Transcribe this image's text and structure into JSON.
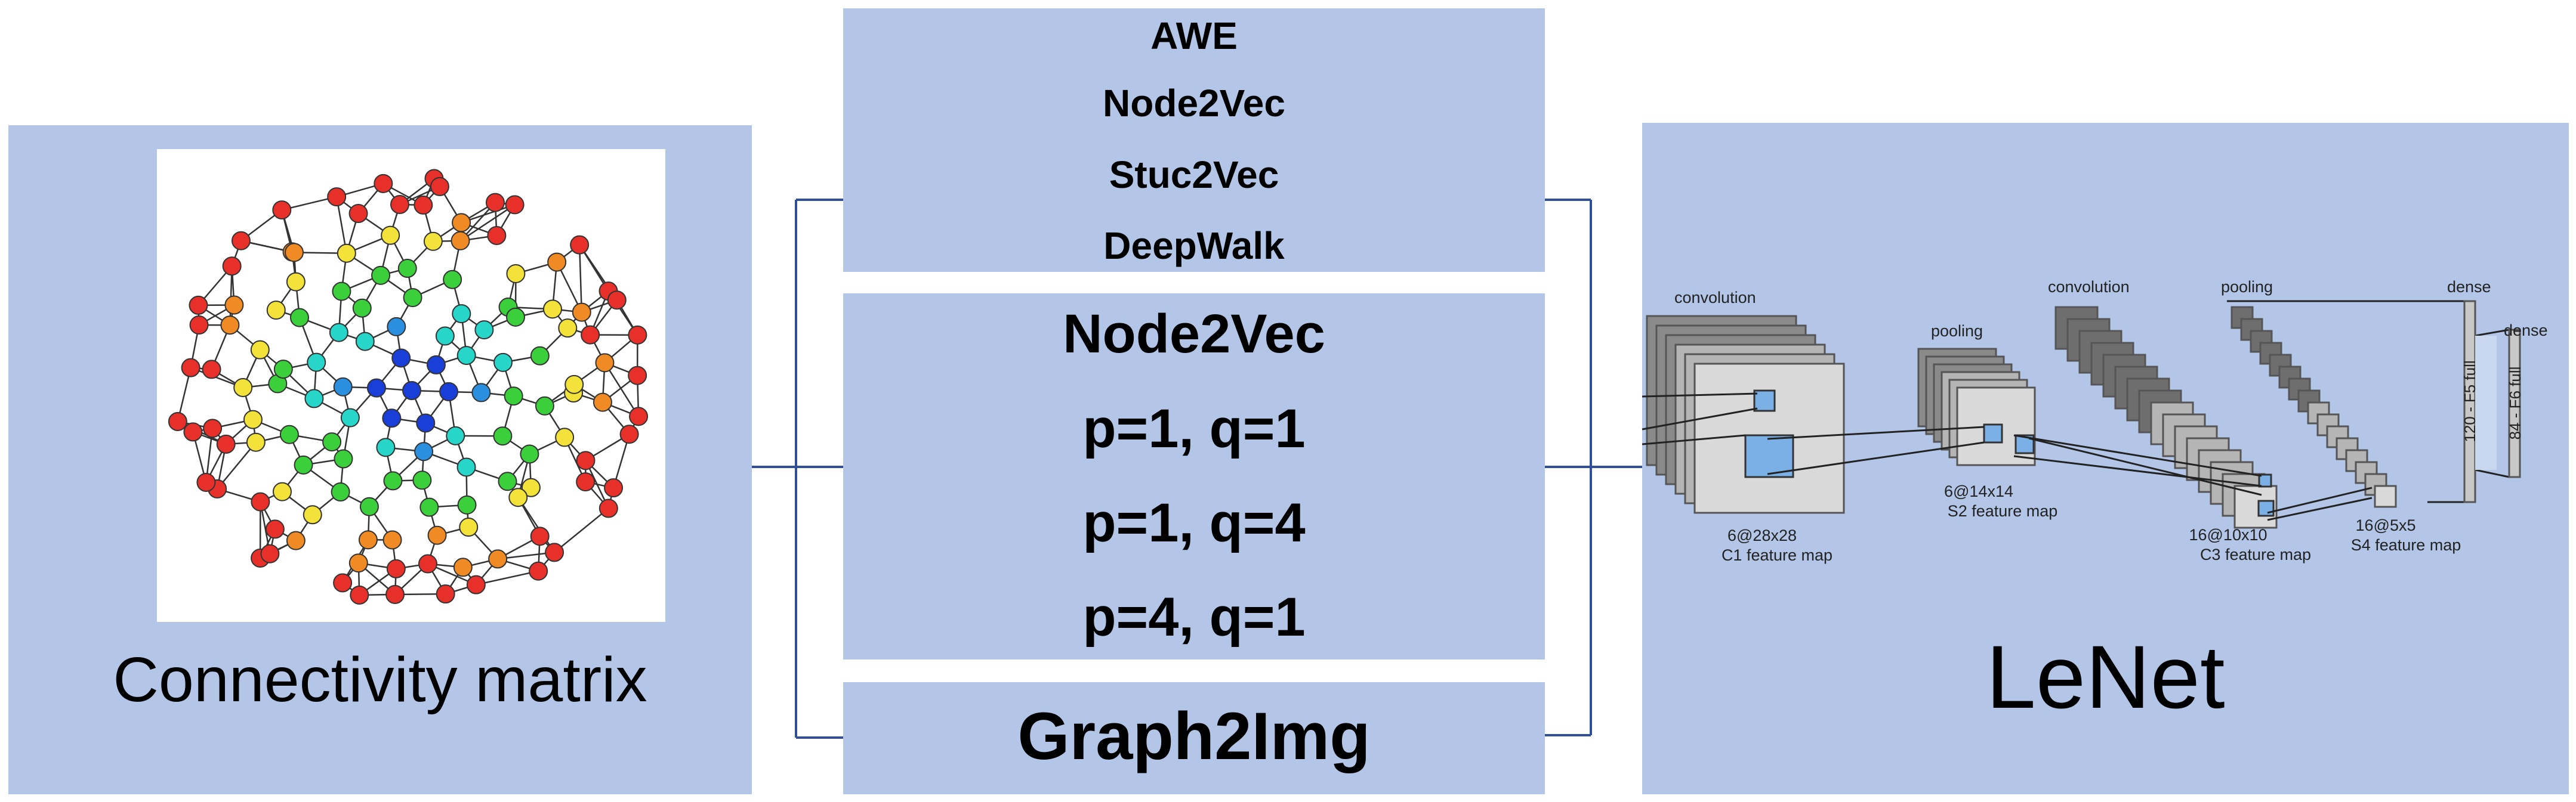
{
  "left_panel": {
    "caption": "Connectivity matrix"
  },
  "middle_top": {
    "methods": [
      "AWE",
      "Node2Vec",
      "Stuc2Vec",
      "DeepWalk"
    ]
  },
  "middle_center": {
    "lines": [
      "Node2Vec",
      "p=1, q=1",
      "p=1, q=4",
      "p=4, q=1"
    ]
  },
  "middle_bottom": {
    "label": "Graph2Img"
  },
  "right_panel": {
    "caption": "LeNet",
    "lenet": {
      "convolution_1": "convolution",
      "pooling_1": "pooling",
      "convolution_2": "convolution",
      "pooling_2": "pooling",
      "dense_1": "dense",
      "dense_2": "dense",
      "c1_size": "6@28x28",
      "c1_name": "C1 feature map",
      "s2_size": "6@14x14",
      "s2_name": "S2 feature map",
      "c3_size": "16@10x10",
      "c3_name": "C3 feature map",
      "s4_size": "16@5x5",
      "s4_name": "S4 feature map",
      "f5": "120 - F5 full",
      "f6": "84 - F6 full"
    }
  },
  "colors": {
    "panel": "#b3c6e7",
    "connector": "#2f4f9a",
    "node_red": "#e8302a",
    "node_orange": "#f08a24",
    "node_yellow": "#f2e23a",
    "node_green": "#3ccf3c",
    "node_cyan": "#27d6c8",
    "node_blue": "#2b8fe0",
    "node_darkblue": "#1a3fd8"
  }
}
